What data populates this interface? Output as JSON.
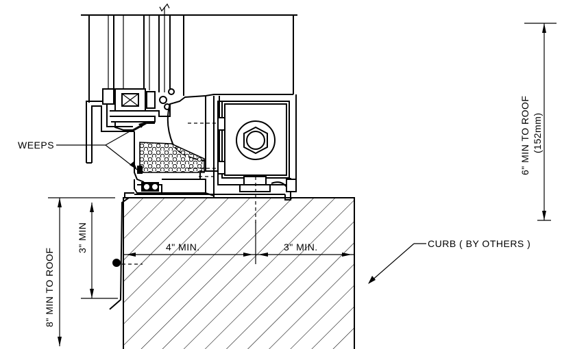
{
  "labels": {
    "weeps": "WEEPS",
    "curb": "CURB ( BY OTHERS )",
    "six_min": "6\" MIN TO ROOF",
    "six_mm": "(152mm)",
    "eight_min": "8\" MIN TO ROOF",
    "three_min": "3\" MIN",
    "four_min_h": "4\" MIN.",
    "three_min_h": "3\" MIN."
  }
}
